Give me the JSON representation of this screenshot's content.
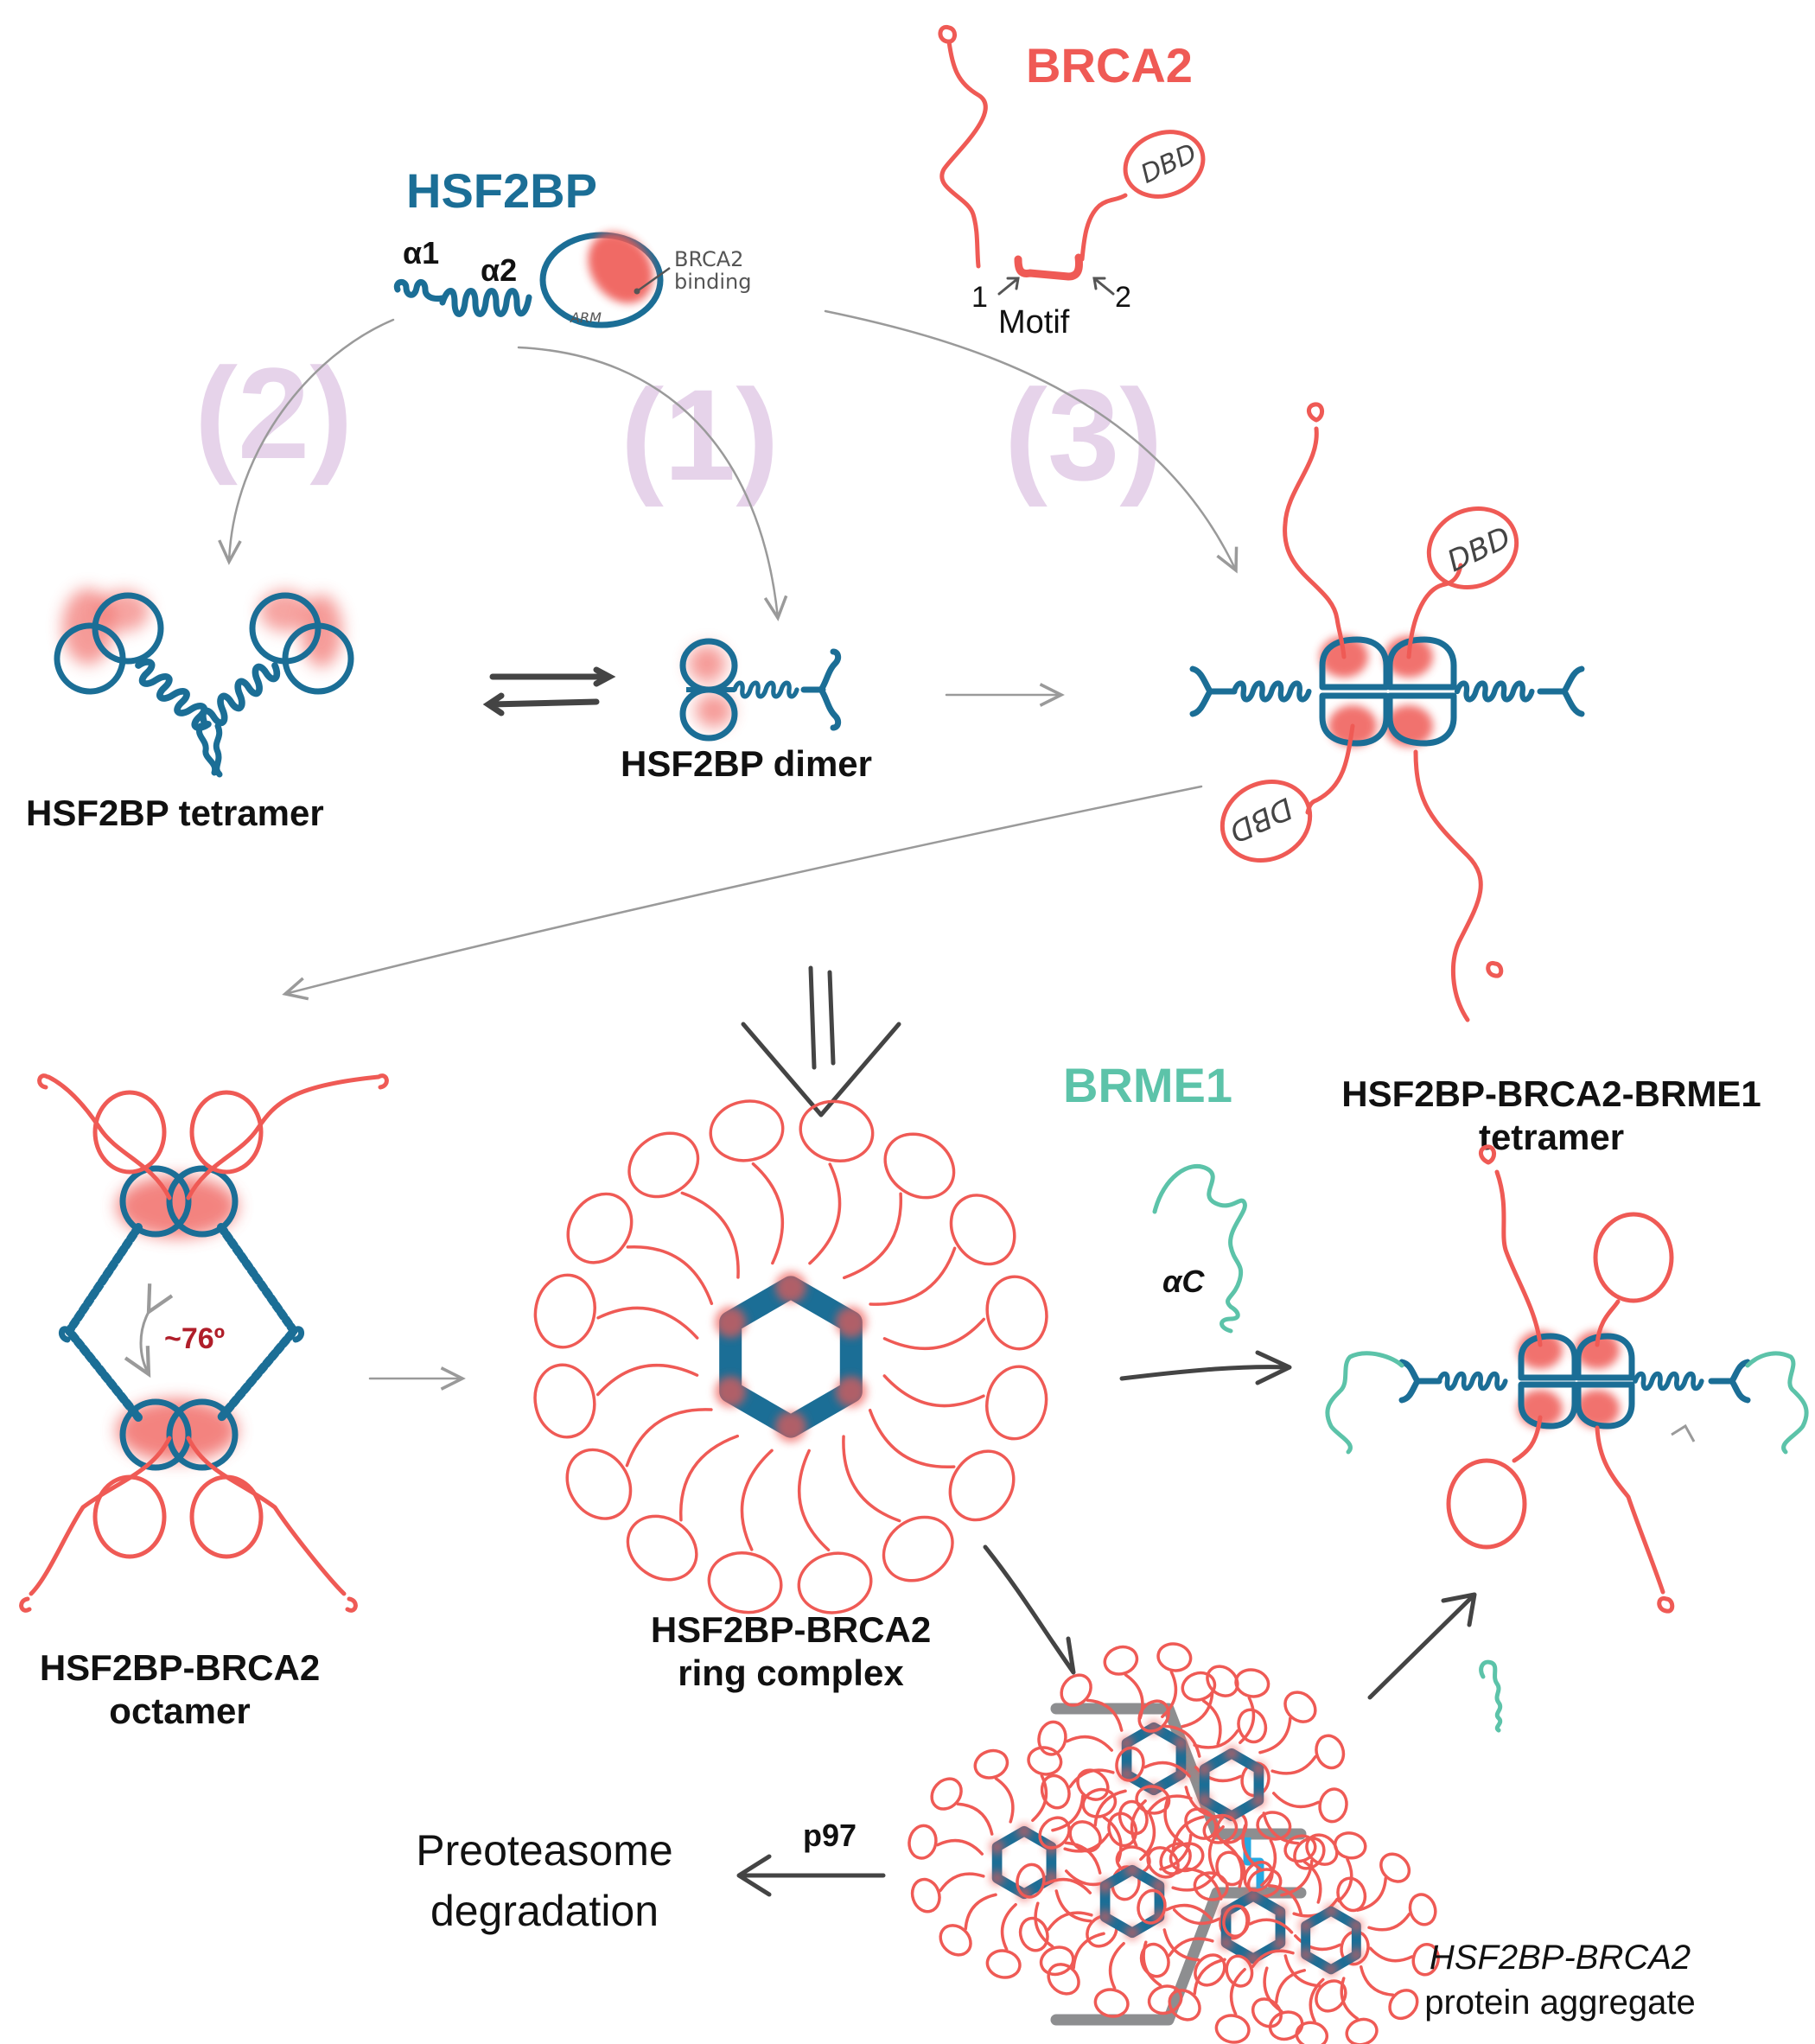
{
  "figure": {
    "colors": {
      "hsf2bp": "#1b6e96",
      "brca2": "#ef5a55",
      "brme1": "#5cc3a9",
      "step_numbers": "#e6d3ea",
      "angle_label": "#b01e2a",
      "membrane": "#8d8e90",
      "membrane_link": "#27a9e1",
      "arrow_grey": "#9a9a9a",
      "arrow_dark": "#444444",
      "text": "#111111"
    },
    "hsf2bp_monomer": {
      "title": "HSF2BP",
      "helix1": "α1",
      "helix2": "α2",
      "domain": "ARM",
      "binding_annotation_line1": "BRCA2",
      "binding_annotation_line2": "binding"
    },
    "brca2_fragment": {
      "title": "BRCA2",
      "dbd": "DBD",
      "motif_label": "Motif",
      "motif_1": "1",
      "motif_2": "2"
    },
    "pathways": {
      "step_1": "(1)",
      "step_2": "(2)",
      "step_3": "(3)"
    },
    "states": {
      "tetramer": "HSF2BP tetramer",
      "dimer": "HSF2BP dimer",
      "complex_dbd_top": "DBD",
      "complex_dbd_bottom": "DBD",
      "octamer_line1": "HSF2BP-BRCA2",
      "octamer_line2": "octamer",
      "octamer_angle": "~76º",
      "ring_line1": "HSF2BP-BRCA2",
      "ring_line2": "ring complex",
      "brme1_title": "BRME1",
      "brme1_helix": "αC",
      "brme1_tetramer_line1": "HSF2BP-BRCA2-BRME1",
      "brme1_tetramer_line2": "tetramer",
      "aggregate_line1": "HSF2BP-BRCA2",
      "aggregate_line2": "protein aggregate",
      "p97": "p97",
      "degradation_line1": "Preoteasome",
      "degradation_line2": "degradation"
    }
  }
}
